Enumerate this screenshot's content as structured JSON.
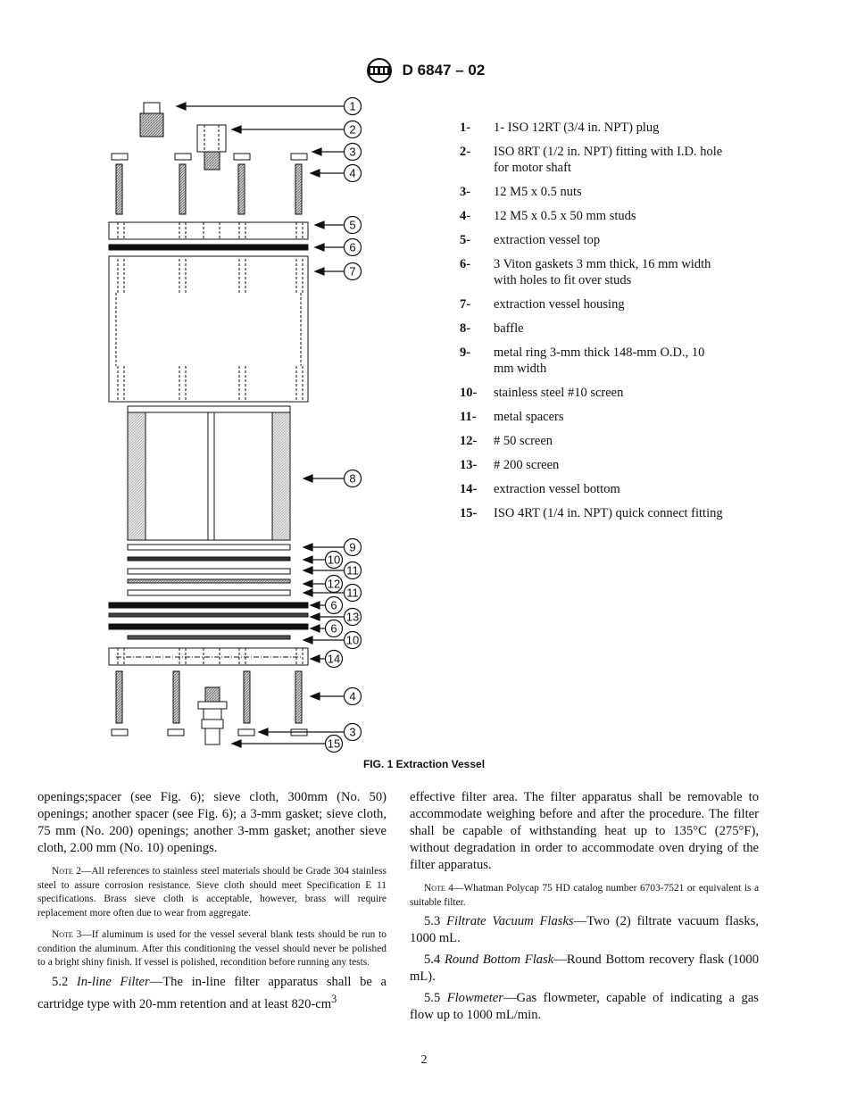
{
  "header": {
    "designation": "D 6847 – 02"
  },
  "figure": {
    "caption": "FIG. 1 Extraction Vessel",
    "callouts": [
      "1",
      "2",
      "3",
      "4",
      "5",
      "6",
      "7",
      "8",
      "9",
      "10",
      "11",
      "12",
      "11",
      "6",
      "13",
      "6",
      "10",
      "14",
      "4",
      "3",
      "15"
    ],
    "legend": [
      {
        "num": "1-",
        "text": "1- ISO 12RT (3/4 in. NPT) plug"
      },
      {
        "num": "2-",
        "text": "ISO 8RT (1/2 in. NPT) fitting with I.D. hole for motor shaft"
      },
      {
        "num": "3-",
        "text": "12 M5 x 0.5 nuts"
      },
      {
        "num": "4-",
        "text": "12 M5 x 0.5 x 50 mm studs"
      },
      {
        "num": "5-",
        "text": "extraction vessel top"
      },
      {
        "num": "6-",
        "text": "3 Viton gaskets 3 mm thick, 16 mm width with holes to fit over studs"
      },
      {
        "num": "7-",
        "text": "extraction vessel housing"
      },
      {
        "num": "8-",
        "text": "baffle"
      },
      {
        "num": "9-",
        "text": "metal ring 3-mm thick 148-mm O.D., 10 mm width"
      },
      {
        "num": "10-",
        "text": "stainless steel #10 screen"
      },
      {
        "num": "11-",
        "text": "metal spacers"
      },
      {
        "num": "12-",
        "text": "# 50 screen"
      },
      {
        "num": "13-",
        "text": "# 200 screen"
      },
      {
        "num": "14-",
        "text": "extraction vessel bottom"
      },
      {
        "num": "15-",
        "text": "ISO 4RT (1/4 in. NPT) quick connect fitting"
      }
    ]
  },
  "left_column": {
    "para1": "openings;spacer (see Fig. 6); sieve cloth, 300mm (No. 50) openings; another spacer (see Fig. 6); a 3-mm gasket; sieve cloth, 75 mm (No. 200) openings; another 3-mm gasket; another sieve cloth, 2.00 mm (No. 10) openings.",
    "note2_label": "Note 2",
    "note2_text": "—All references to stainless steel materials should be Grade 304 stainless steel to assure corrosion resistance. Sieve cloth should meet Specification E 11 specifications. Brass sieve cloth is acceptable, however, brass will require replacement more often due to wear from aggregate.",
    "note3_label": "Note 3",
    "note3_text": "—If aluminum is used for the vessel several blank tests should be run to condition the aluminum. After this conditioning the vessel should never be polished to a bright shiny finish. If vessel is polished, recondition before running any tests.",
    "s52_num": "5.2",
    "s52_title": "In-line Filter",
    "s52_text": "—The in-line filter apparatus shall be a cartridge type with 20-mm retention and at least 820-cm",
    "s52_sup": "3"
  },
  "right_column": {
    "para1": "effective filter area. The filter apparatus shall be removable to accommodate weighing before and after the procedure. The filter shall be capable of withstanding heat up to 135°C (275°F), without degradation in order to accommodate oven drying of the filter apparatus.",
    "note4_label": "Note 4",
    "note4_text": "—Whatman Polycap 75 HD catalog number 6703-7521 or equivalent is a suitable filter.",
    "s53_num": "5.3",
    "s53_title": "Filtrate Vacuum Flasks",
    "s53_text": "—Two (2) filtrate vacuum flasks, 1000 mL.",
    "s54_num": "5.4",
    "s54_title": "Round Bottom Flask",
    "s54_text": "—Round Bottom recovery flask (1000 mL).",
    "s55_num": "5.5",
    "s55_title": "Flowmeter",
    "s55_text": "—Gas flowmeter, capable of indicating a gas flow up to 1000 mL/min."
  },
  "page_number": "2"
}
